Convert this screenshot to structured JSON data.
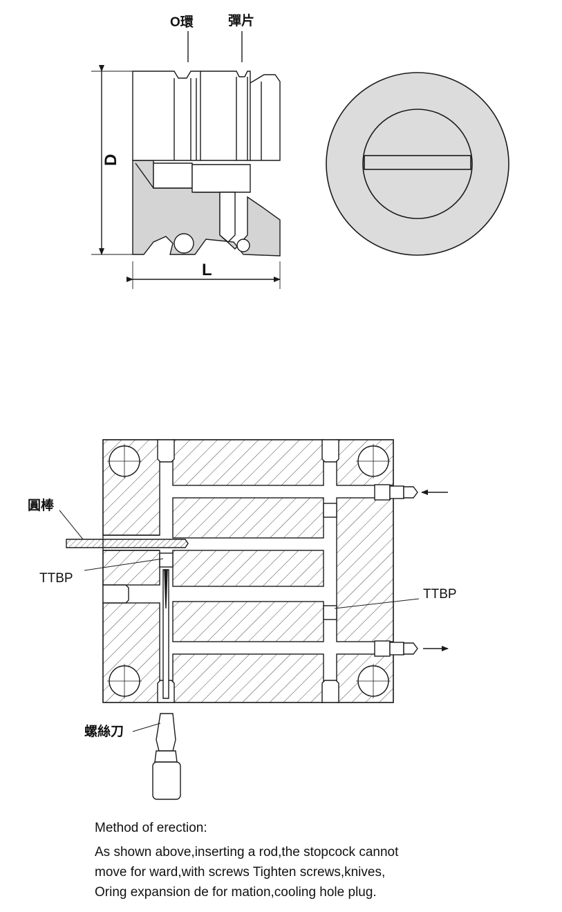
{
  "labels": {
    "oring": "O環",
    "spring_plate": "彈片",
    "dim_d": "D",
    "dim_l": "L",
    "round_rod": "圓棒",
    "ttbp_left": "TTBP",
    "ttbp_right": "TTBP",
    "screwdriver": "螺絲刀"
  },
  "caption": {
    "heading": "Method of erection:",
    "lines": [
      "As shown above,inserting a rod,the stopcock cannot",
      "move for ward,with screws Tighten screws,knives,",
      "Oring expansion de for mation,cooling hole plug."
    ]
  },
  "colors": {
    "line": "#1a1a1a",
    "section_fill": "#d4d4d4",
    "face_fill": "#dcdcdc"
  }
}
